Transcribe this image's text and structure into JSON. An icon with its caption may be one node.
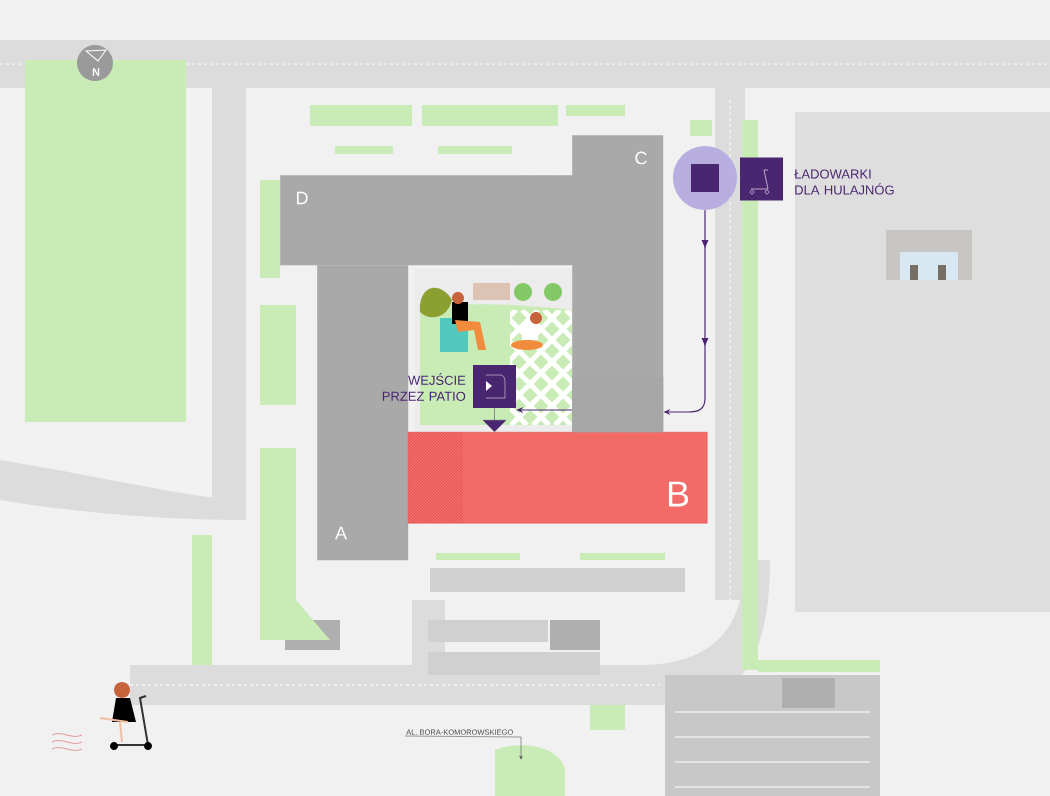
{
  "diagram": {
    "nodes": [
      {
        "text": [
          "N"
        ]
      },
      {
        "text": [
          "C"
        ]
      },
      {
        "text": [
          "D"
        ]
      },
      {
        "text": [],
        "shape": "circle"
      },
      {
        "text": [
          "ŁADOWARKI DLA HULAJNÓG"
        ]
      },
      {
        "text": [
          "WEJŚCIE PRZEZ PATIO"
        ]
      },
      {
        "text": [
          "B"
        ]
      },
      {
        "text": [
          "A"
        ]
      },
      {
        "text": [
          "AL. BORA-KOMOROWSKIEGO"
        ]
      },
      {
        "text": [],
        "shape": "box",
        "in": 1
      }
    ],
    "edges": [
      {
        "from": 3,
        "to": 9,
        "arrow": "to"
      },
      {
        "from": 9,
        "to": 5,
        "arrow": "to"
      },
      {
        "from": 5,
        "to": 6,
        "arrow": "to"
      },
      {
        "from": 8,
        "to": null,
        "arrow": "to"
      }
    ]
  }
}
